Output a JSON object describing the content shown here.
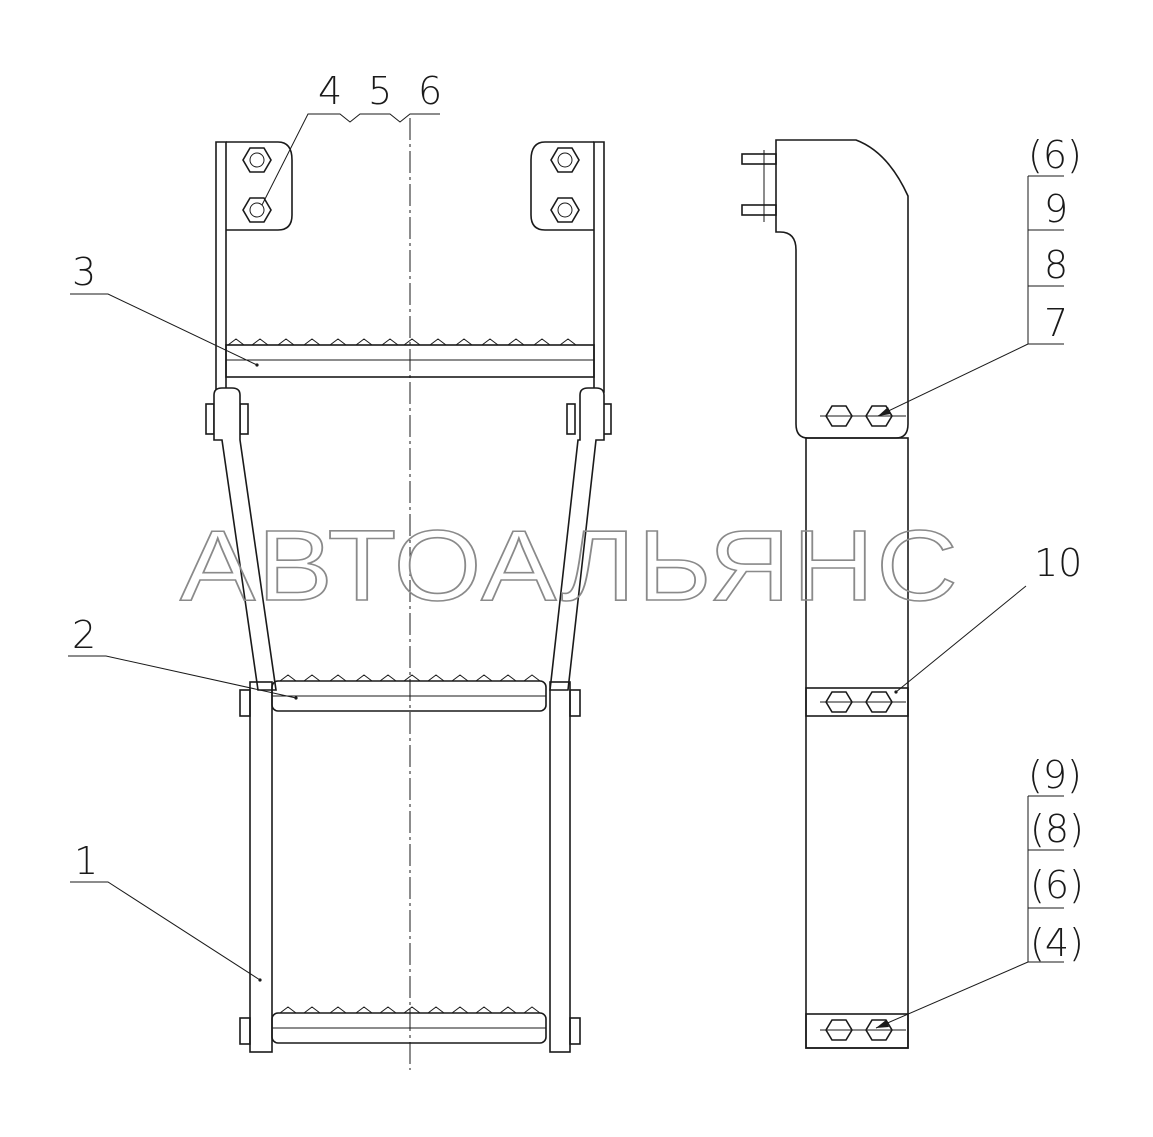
{
  "drawing": {
    "callouts": {
      "c1": "1",
      "c2": "2",
      "c3": "3",
      "c456": [
        "4",
        "5",
        "6"
      ],
      "c10": "10"
    },
    "table_upper": [
      "(6)",
      "9",
      "8",
      "7"
    ],
    "table_lower": [
      "(9)",
      "(8)",
      "(6)",
      "(4)"
    ],
    "watermark": "АВТОАЛЬЯНС"
  },
  "colors": {
    "line": "#1a1a1a",
    "watermark": "#8a8a8a",
    "background": "#ffffff"
  }
}
